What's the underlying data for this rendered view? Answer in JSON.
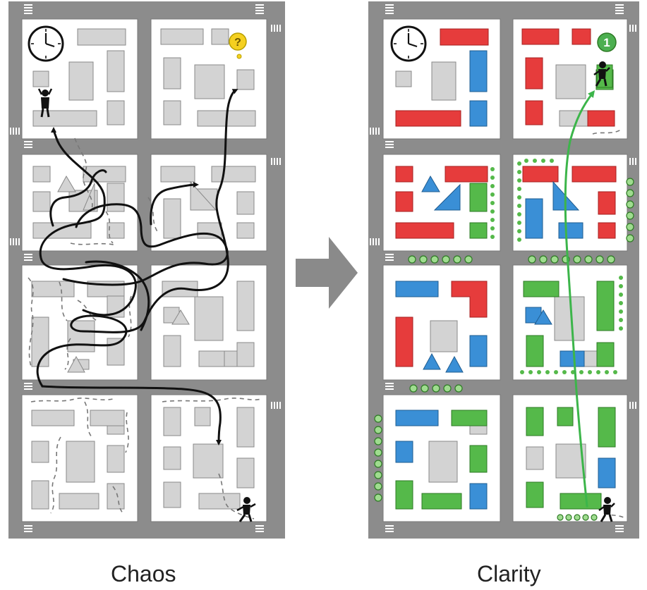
{
  "captions": {
    "left": "Chaos",
    "right": "Clarity"
  },
  "badges": {
    "question": "?",
    "step": "1"
  },
  "colors": {
    "road": "#8c8c8c",
    "block": "#ffffff",
    "furniture": "#d3d3d3",
    "path_chaos": "#111111",
    "path_clarity": "#3cb54a",
    "zone_red": "#e63c3c",
    "zone_blue": "#3a8fd6",
    "zone_green": "#55b94a",
    "arrow": "#8a8a8a",
    "question_badge": "#f5d020",
    "step_badge": "#4caf50"
  },
  "icons": [
    "clock-icon",
    "question-icon",
    "person-icon",
    "arrow-right-icon",
    "step-one-icon"
  ]
}
